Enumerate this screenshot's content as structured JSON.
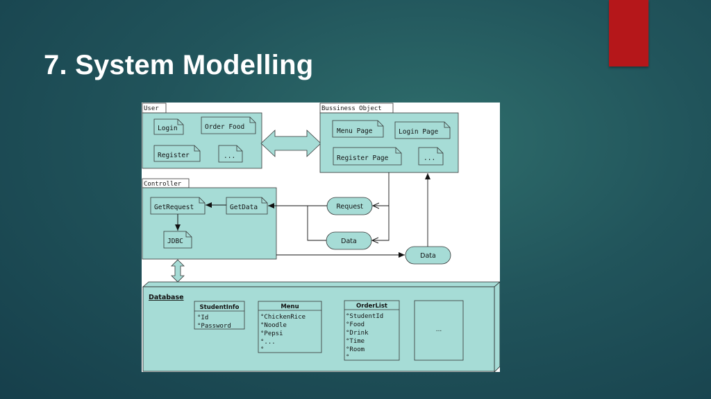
{
  "slide": {
    "title": "7. System Modelling",
    "accent_color": "#b5171a",
    "background_color": "#1e4f58"
  },
  "diagram": {
    "fill_color": "#a6dcd6",
    "packages": {
      "user": {
        "tab": "User",
        "items": [
          "Login",
          "Order Food",
          "Register",
          "..."
        ]
      },
      "business": {
        "tab": "Bussiness Object",
        "items": [
          "Menu Page",
          "Login Page",
          "Register Page",
          "..."
        ]
      },
      "controller": {
        "tab": "Controller",
        "items": [
          "GetRequest",
          "GetData",
          "JDBC"
        ]
      }
    },
    "flows": {
      "request": "Request",
      "data_left": "Data",
      "data_right": "Data"
    },
    "database": {
      "label": "Database",
      "tables": [
        {
          "name": "StudentInfo",
          "fields": [
            "Id",
            "Password"
          ]
        },
        {
          "name": "Menu",
          "fields": [
            "ChickenRice",
            "Noodle",
            "Pepsi",
            "..."
          ]
        },
        {
          "name": "OrderList",
          "fields": [
            "StudentId",
            "Food",
            "Drink",
            "Time",
            "Room"
          ]
        }
      ],
      "extra_box": "..."
    }
  }
}
